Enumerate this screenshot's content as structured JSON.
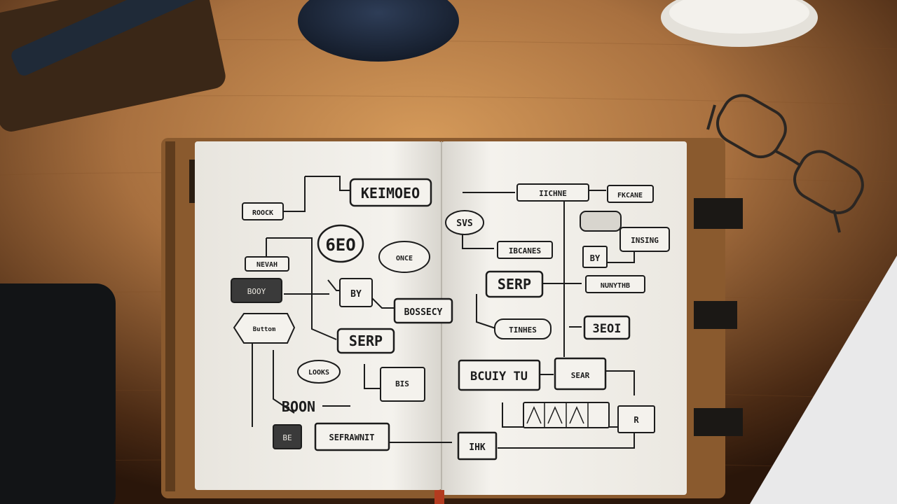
{
  "scene": {
    "colors": {
      "desk": "#a8703f",
      "desk_dark": "#2a160a",
      "page": "#f4f2ed",
      "ink": "#1c1c1c",
      "notebook_cover": "#8a5a2e",
      "lamp_blue": "#1d2a3f"
    },
    "objects": [
      "lamp-shade",
      "mug",
      "eyeglasses",
      "notebook",
      "elastic-strap",
      "paper-sheet",
      "dark-pouch",
      "pencil-case"
    ]
  },
  "sketch": {
    "left_page": {
      "title_box": "KEIMOEO",
      "seo_bubble": "6EO",
      "serp_box": "SERP",
      "box_bottom": "SEFRAWNIT",
      "box_small_top": "ROOCK",
      "box_mid": "BOSSECY",
      "box_left_mid": "NEVAH",
      "box_left_dark": "BOOY",
      "box_hex": "Buttom",
      "box_chart": "BY",
      "bubble_small": "LOOKS",
      "bubble_right": "ONCE",
      "box_stack": "BIS",
      "box_lower_left": "BOON",
      "box_dark_bottom": "BE"
    },
    "right_page": {
      "box_top_mid": "IICHNE",
      "box_top_right": "FKCANE",
      "bubble_left": "SVS",
      "box_row1": "IBCANES",
      "box_icon": "BY",
      "box_right1": "INSING",
      "serp_box": "SERP",
      "box_right2": "NUNYTHB",
      "box_bottom_mid": "TINHES",
      "box_seo": "3EOI",
      "box_large": "BCUIY TU",
      "box_stack": "SEAR",
      "box_square": "R",
      "box_grid": "",
      "box_bottom": "IHK"
    }
  }
}
